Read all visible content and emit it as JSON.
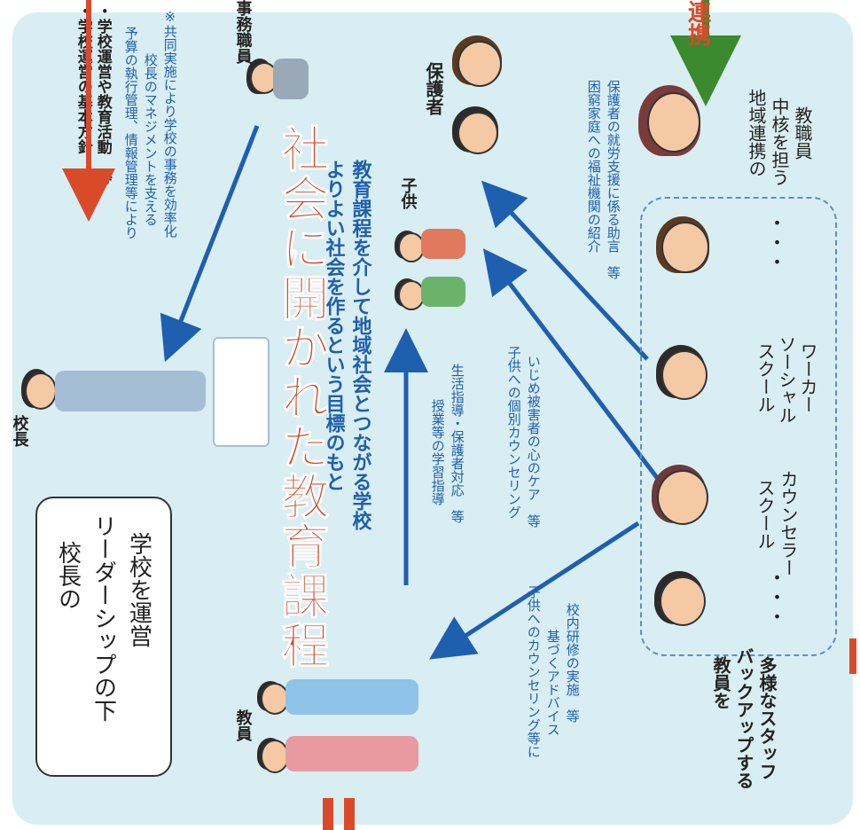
{
  "top_list": [
    "・学校運営の基本方針",
    "・学校運営や教育活動　等"
  ],
  "renkei_label": "連携",
  "principal": {
    "label": "校長",
    "speech": [
      "校長の",
      "リーダーシップの下",
      "学校を運営"
    ]
  },
  "office_staff": {
    "label": "事務職員",
    "duties": [
      "予算の執行管理、情報管理等により",
      "校長のマネジメントを支える",
      "※共同実施により学校の事務を効率化"
    ]
  },
  "center": {
    "title": "社会に開かれた教育課程",
    "subtitle_lines": [
      "よりよい社会を作るという目標のもと",
      "教育課程を介して地域社会とつながる学校"
    ]
  },
  "children": {
    "label": "子供"
  },
  "guardians": {
    "label": "保護者"
  },
  "regional_teacher": {
    "label_lines": [
      "地域連携の",
      "中核を担う",
      "教職員"
    ]
  },
  "teachers": {
    "label": "教員"
  },
  "support_staff": {
    "label_lines": [
      "教員を",
      "バックアップする",
      "多様なスタッフ"
    ],
    "counselor": [
      "スクール",
      "カウンセラー"
    ],
    "social_worker": [
      "スクール",
      "ソーシャル",
      "ワーカー"
    ],
    "ellipsis": "・・・"
  },
  "annotations": {
    "teaching": [
      "授業等の学習指導",
      "生活指導・保護者対応　等"
    ],
    "counseling": [
      "子供への個別カウンセリング",
      "いじめ被害者の心のケア　等"
    ],
    "welfare": [
      "困窮家庭への福祉機関の紹介",
      "保護者の就労支援に係る助言　等"
    ],
    "training": [
      "子供へのカウンセリング等に",
      "基づくアドバイス",
      "校内研修の実施　等"
    ]
  },
  "colors": {
    "accent_red": "#d94a2b",
    "arrow_blue": "#1e5fb0",
    "arrow_green": "#3b8a2e",
    "panel": "#d9eef2"
  }
}
